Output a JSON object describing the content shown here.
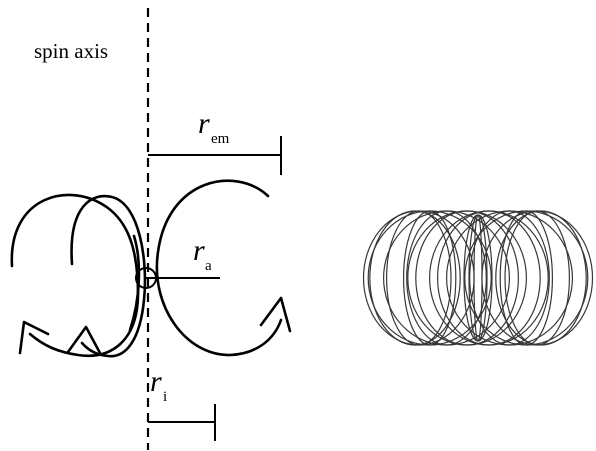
{
  "labels": {
    "spin_axis": "spin axis",
    "r_em": {
      "symbol": "r",
      "subscript": "em"
    },
    "r_a": {
      "symbol": "r",
      "subscript": "a"
    },
    "r_i": {
      "symbol": "r",
      "subscript": "i"
    }
  },
  "torus": {
    "loop_count": 18
  },
  "colors": {
    "ink": "#000000",
    "background": "#ffffff"
  }
}
